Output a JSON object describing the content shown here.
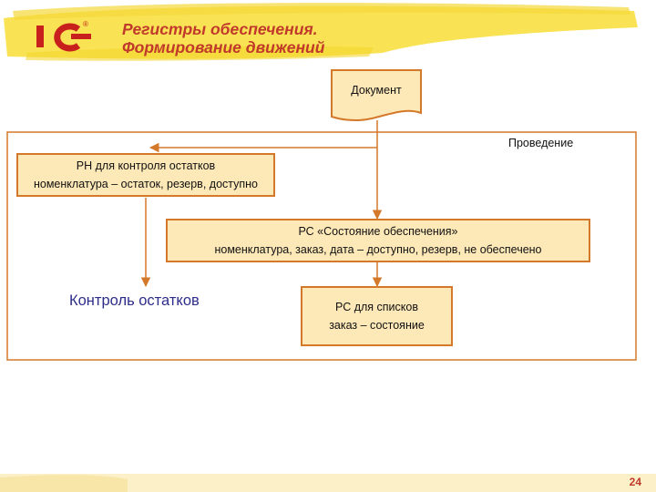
{
  "header": {
    "title_line1": "Регистры обеспечения.",
    "title_line2": "Формирование движений"
  },
  "diagram": {
    "document_label": "Документ",
    "process_label": "Проведение",
    "rn_box": {
      "line1": "РН для контроля остатков",
      "line2": "номенклатура – остаток, резерв, доступно"
    },
    "rs_supply_box": {
      "line1": "РС «Состояние обеспечения»",
      "line2": "номенклатура, заказ, дата – доступно, резерв, не обеспечено"
    },
    "rs_lists_box": {
      "line1": "РС для списков",
      "line2": "заказ – состояние"
    },
    "control_label": "Контроль остатков"
  },
  "footer": {
    "page_number": "24"
  },
  "colors": {
    "accent_orange": "#d4782a",
    "box_fill": "#fde8b8",
    "title_red": "#c0392b",
    "brush_yellow": "#f7e04a"
  }
}
